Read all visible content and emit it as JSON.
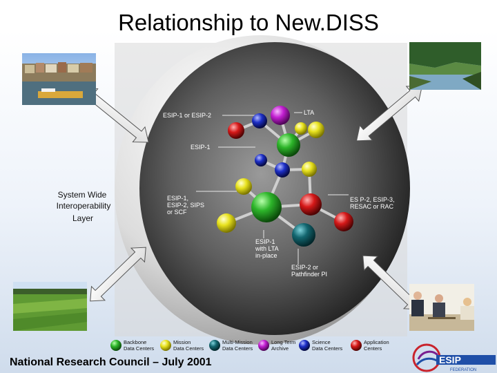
{
  "title": "Relationship to New.DISS",
  "footer": "National Research Council – July 2001",
  "layer_label": [
    "System Wide",
    "Interoperability",
    "Layer"
  ],
  "callouts": {
    "esip1_or_2": "ESIP-1 or ESIP-2",
    "lta": "LTA",
    "esip1": "ESIP-1",
    "esip1_multi": [
      "ESIP-1,",
      "ESIP-2, SIPS",
      "or SCF"
    ],
    "esip23": [
      "ES P-2, ESIP-3,",
      "RESAC or RAC"
    ],
    "esip1_lta": [
      "ESIP-1",
      "with LTA",
      "in-place"
    ],
    "esip2_pathfinder": [
      "ESIP-2 or",
      "Pathfinder PI"
    ]
  },
  "legend": [
    {
      "lines": [
        "Backbone",
        "Data Centers"
      ],
      "color": "#2db52a"
    },
    {
      "lines": [
        "Mission",
        "Data Centers"
      ],
      "color": "#e8e21e"
    },
    {
      "lines": [
        "Multi-Mission",
        "Data Centers"
      ],
      "color": "#13666f"
    },
    {
      "lines": [
        "Long Term",
        "Archive"
      ],
      "color": "#c21fd1"
    },
    {
      "lines": [
        "Science",
        "Data Centers"
      ],
      "color": "#1d2fc7"
    },
    {
      "lines": [
        "Application",
        "Centers"
      ],
      "color": "#d61919"
    }
  ],
  "logo_text": {
    "main": "ESIP",
    "sub": "FEDERATION"
  },
  "colors": {
    "backbone": "#2db52a",
    "mission": "#e8e21e",
    "multi_mission": "#13666f",
    "long_term": "#c21fd1",
    "science": "#1d2fc7",
    "application": "#d61919",
    "sphere": "#5a5a5a",
    "ring": "#e3e3e3"
  }
}
